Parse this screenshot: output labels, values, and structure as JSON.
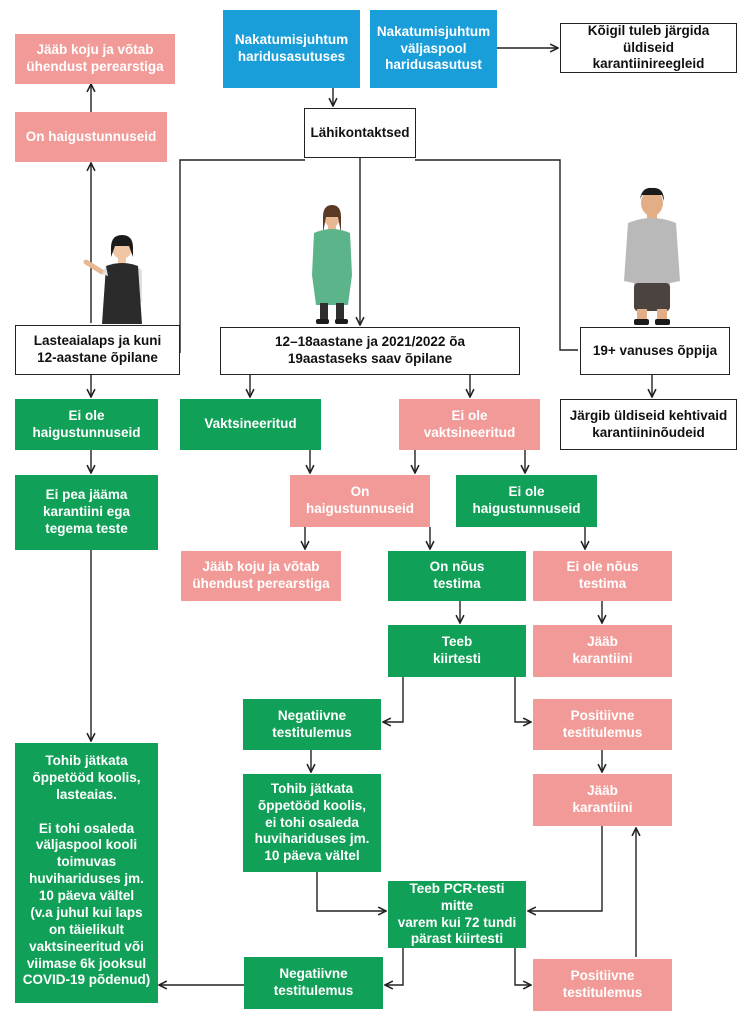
{
  "colors": {
    "blue": "#1a9ed9",
    "green": "#11a057",
    "pink": "#f19a97",
    "line": "#222222"
  },
  "nodes": {
    "incident_school": "Nakatumisjuhtum\nharidusasutuses",
    "incident_outside": "Nakatumisjuhtum\nväljaspool\nharidusasutust",
    "all_follow": "Kõigil tuleb järgida\nüldiseid karantiinireegleid",
    "close_contacts": "Lähikontaktsed",
    "kindergarten_child": "Lasteaialaps ja kuni\n12-aastane õpilane",
    "age_12_18": "12–18aastane ja 2021/2022 õa\n19aastaseks saav õpilane",
    "age_19_plus": "19+ vanuses õppija",
    "follows_general": "Järgib üldiseid kehtivaid\nkarantiininõudeid",
    "left_stay_home": "Jääb koju ja võtab\nühendust perearstiga",
    "left_symptoms": "On haigustunnuseid",
    "left_no_symptoms": "Ei ole\nhaigustunnuseid",
    "left_no_quarantine": "Ei pea jääma\nkarantiini ega\ntegema teste",
    "left_continue": "Tohib jätkata\nõppetööd koolis,\nlasteaias.\n\nEi tohi osaleda\nväljaspool kooli\ntoimuvas\nhuvihariduses jm.\n10 päeva vältel\n(v.a juhul kui laps\non täielikult\nvaktsineeritud või\nviimase 6k jooksul\nCOVID-19 põdenud)",
    "vaccinated": "Vaktsineeritud",
    "not_vaccinated": "Ei ole\nvaktsineeritud",
    "mid_symptoms": "On haigustunnuseid",
    "mid_stay_home": "Jääb koju ja võtab\nühendust perearstiga",
    "mid_no_symptoms": "Ei ole\nhaigustunnuseid",
    "agrees_test": "On nõus\ntestima",
    "disagrees_test": "Ei ole nõus\ntestima",
    "rapid_test": "Teeb\nkiirtesti",
    "stays_quarantine_1": "Jääb\nkarantiini",
    "negative_1": "Negatiivne\ntestitulemus",
    "positive_1": "Positiivne\ntestitulemus",
    "continue_study": "Tohib jätkata\nõppetööd koolis,\nei tohi osaleda\nhuvihariduses jm.\n10 päeva vältel",
    "stays_quarantine_2": "Jääb\nkarantiini",
    "pcr_test": "Teeb PCR-testi mitte\nvarem kui 72 tundi\npärast kiirtesti",
    "negative_2": "Negatiivne\ntestitulemus",
    "positive_2": "Positiivne\ntestitulemus"
  },
  "figures": {
    "child": "child-figure",
    "teen": "teen-figure",
    "adult": "adult-figure"
  }
}
